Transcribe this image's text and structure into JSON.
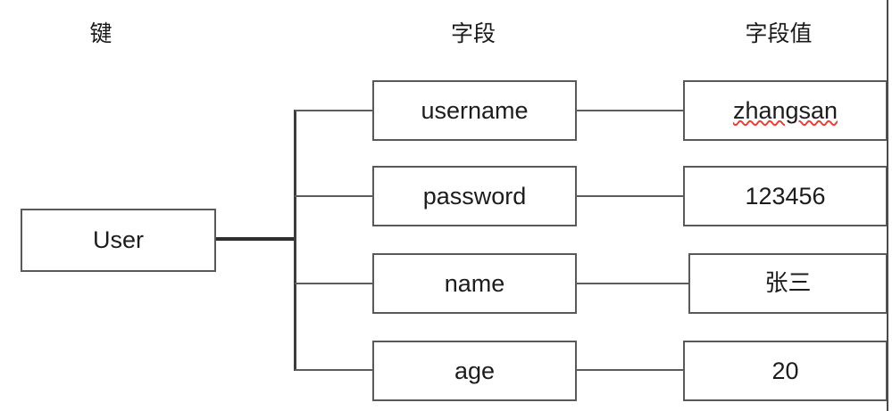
{
  "diagram": {
    "title_columns": [
      {
        "name": "key-column-header",
        "label": "键"
      },
      {
        "name": "field-column-header",
        "label": "字段"
      },
      {
        "name": "value-column-header",
        "label": "字段值"
      }
    ],
    "root": {
      "label": "User"
    },
    "rows": [
      {
        "field": "username",
        "value": "zhangsan",
        "value_misspelled": true,
        "value_cjk": false
      },
      {
        "field": "password",
        "value": "123456",
        "value_misspelled": false,
        "value_cjk": false
      },
      {
        "field": "name",
        "value": "张三",
        "value_misspelled": false,
        "value_cjk": true
      },
      {
        "field": "age",
        "value": "20",
        "value_misspelled": false,
        "value_cjk": false
      }
    ],
    "colors": {
      "box_border": "#595959",
      "connector": "#5d5d5d",
      "trunk": "#3d3d3d",
      "text": "#1c1c1c",
      "spellcheck_underline": "#e8413a",
      "background": "#ffffff"
    }
  }
}
